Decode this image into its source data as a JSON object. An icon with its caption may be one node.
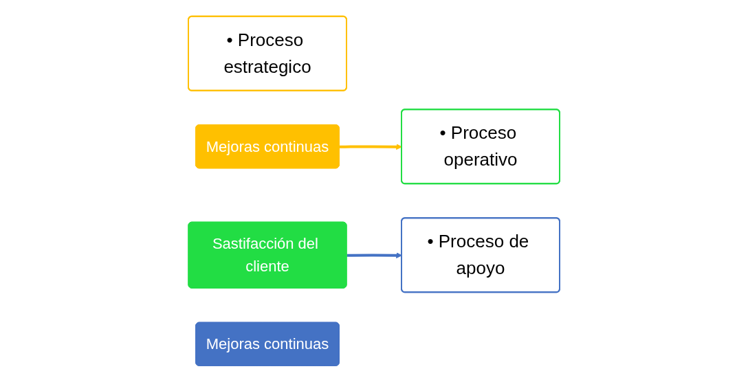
{
  "diagram": {
    "nodes": [
      {
        "text": [
          "• Proceso estrategico"
        ]
      },
      {
        "text": [
          "Mejoras continuas"
        ]
      },
      {
        "text": [
          "Sastifacción del cliente"
        ]
      },
      {
        "text": [
          "• Proceso operativo"
        ]
      },
      {
        "text": [
          "• Proceso de apoyo"
        ]
      },
      {
        "text": [
          "Mejoras continuas"
        ]
      }
    ],
    "edges": [
      {
        "from": 1,
        "to": 3,
        "arrow": "to",
        "color": "#ffc000"
      },
      {
        "from": 2,
        "to": 4,
        "arrow": "to",
        "color": "#4472c4"
      }
    ]
  }
}
